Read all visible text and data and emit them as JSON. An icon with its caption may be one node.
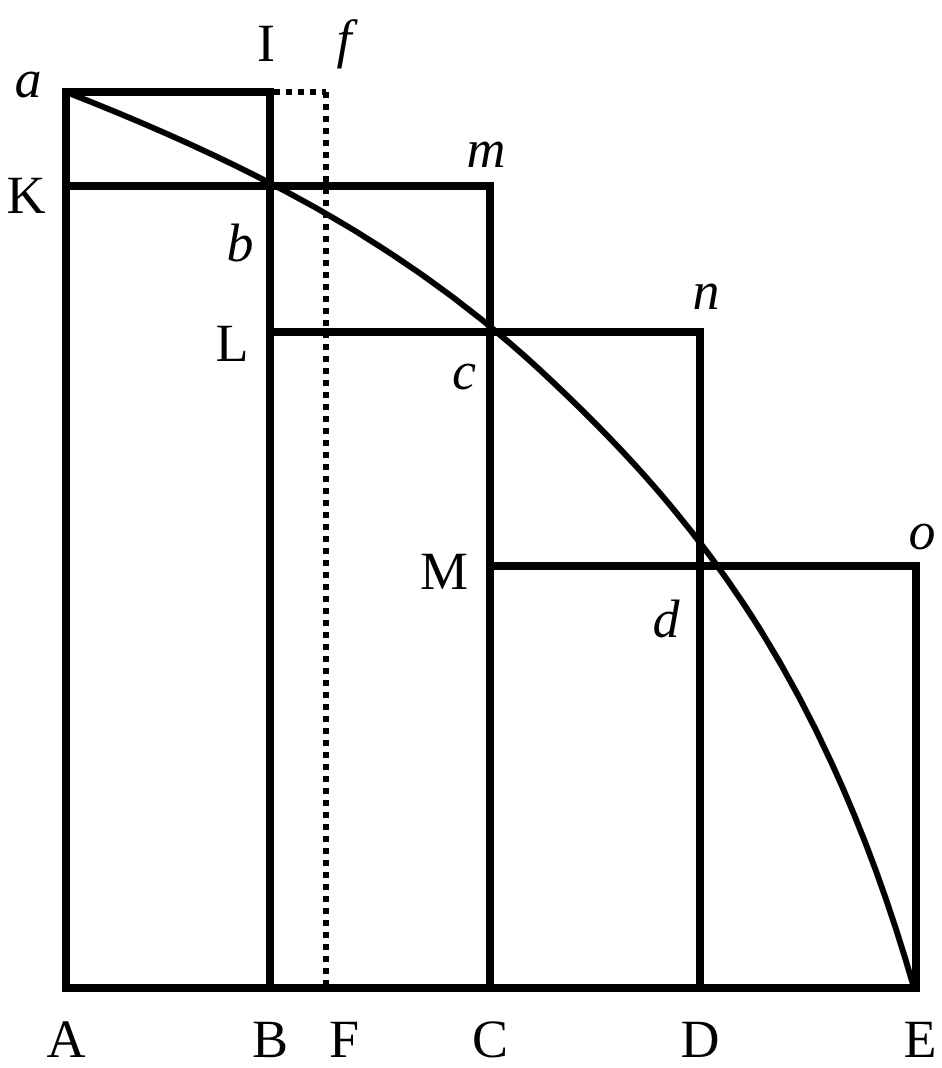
{
  "diagram": {
    "labels": [
      "a",
      "I",
      "f",
      "m",
      "K",
      "b",
      "n",
      "L",
      "c",
      "M",
      "o",
      "d",
      "A",
      "B",
      "F",
      "C",
      "D",
      "E"
    ]
  }
}
